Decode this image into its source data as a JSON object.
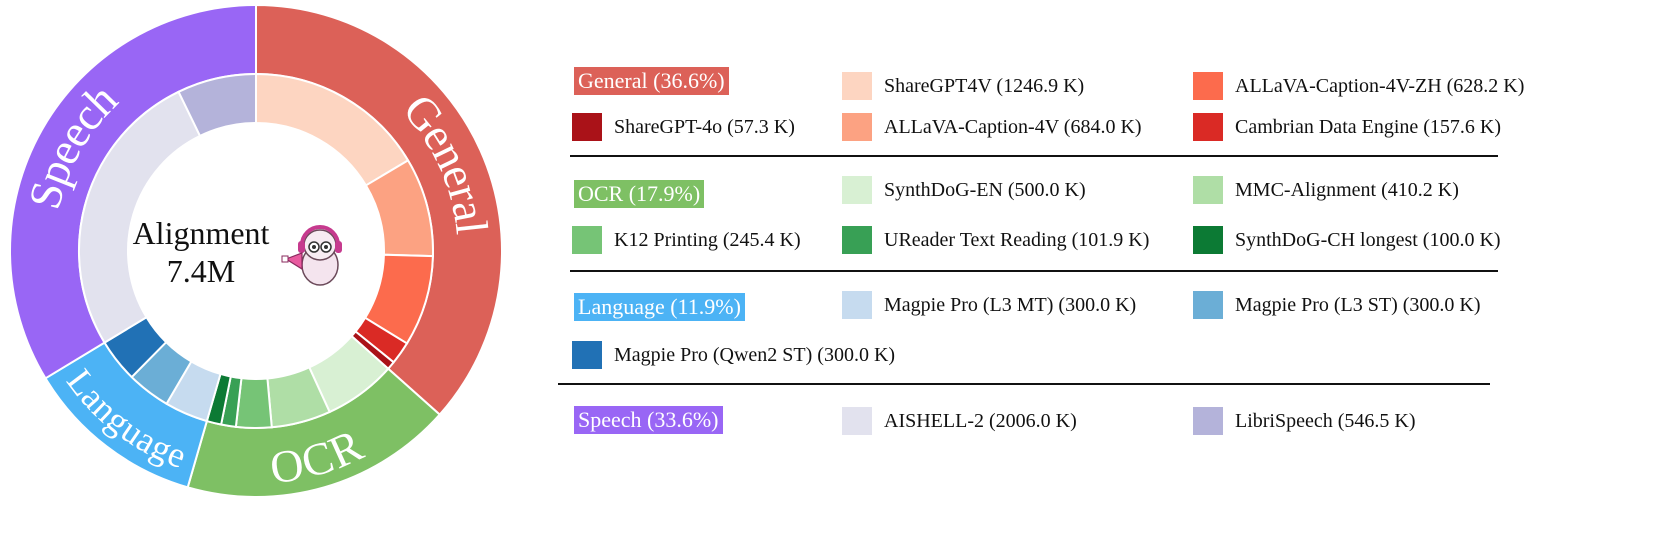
{
  "chart_data": {
    "type": "donut",
    "center": {
      "line1": "Alignment",
      "line2": "7.4M"
    },
    "categories": [
      {
        "name": "General",
        "pct": "36.6%",
        "color": "#DC6158",
        "items": [
          {
            "label": "ShareGPT4V (1246.9 K)",
            "value": 1246.9,
            "color": "#FDD5C1"
          },
          {
            "label": "ALLaVA-Caption-4V (684.0 K)",
            "value": 684.0,
            "color": "#FCA282"
          },
          {
            "label": "ALLaVA-Caption-4V-ZH (628.2 K)",
            "value": 628.2,
            "color": "#FC6B4D"
          },
          {
            "label": "Cambrian Data Engine (157.6 K)",
            "value": 157.6,
            "color": "#DA2A25"
          },
          {
            "label": "ShareGPT-4o (57.3 K)",
            "value": 57.3,
            "color": "#AA1218"
          }
        ]
      },
      {
        "name": "OCR",
        "pct": "17.9%",
        "color": "#7EC064",
        "items": [
          {
            "label": "SynthDoG-EN (500.0 K)",
            "value": 500.0,
            "color": "#D8F0D3"
          },
          {
            "label": "MMC-Alignment (410.2 K)",
            "value": 410.2,
            "color": "#AFDEA6"
          },
          {
            "label": "K12 Printing (245.4 K)",
            "value": 245.4,
            "color": "#76C476"
          },
          {
            "label": "UReader Text Reading (101.9 K)",
            "value": 101.9,
            "color": "#38A055"
          },
          {
            "label": "SynthDoG-CH longest (100.0 K)",
            "value": 100.0,
            "color": "#0C7A34"
          }
        ]
      },
      {
        "name": "Language",
        "pct": "11.9%",
        "color": "#4CB3F5",
        "items": [
          {
            "label": "Magpie Pro (L3 MT) (300.0 K)",
            "value": 300.0,
            "color": "#C6DBEF"
          },
          {
            "label": "Magpie Pro (L3 ST) (300.0 K)",
            "value": 300.0,
            "color": "#6BAED6"
          },
          {
            "label": "Magpie Pro (Qwen2 ST) (300.0 K)",
            "value": 300.0,
            "color": "#2171B5"
          }
        ]
      },
      {
        "name": "Speech",
        "pct": "33.6%",
        "color": "#9966F5",
        "items": [
          {
            "label": "AISHELL-2 (2006.0 K)",
            "value": 2006.0,
            "color": "#E2E2EE"
          },
          {
            "label": "LibriSpeech (546.5 K)",
            "value": 546.5,
            "color": "#B4B3DA"
          }
        ]
      }
    ]
  },
  "legend": {
    "general_label": "General (36.6%)",
    "ocr_label": "OCR (17.9%)",
    "language_label": "Language (11.9%)",
    "speech_label": "Speech (33.6%)"
  }
}
